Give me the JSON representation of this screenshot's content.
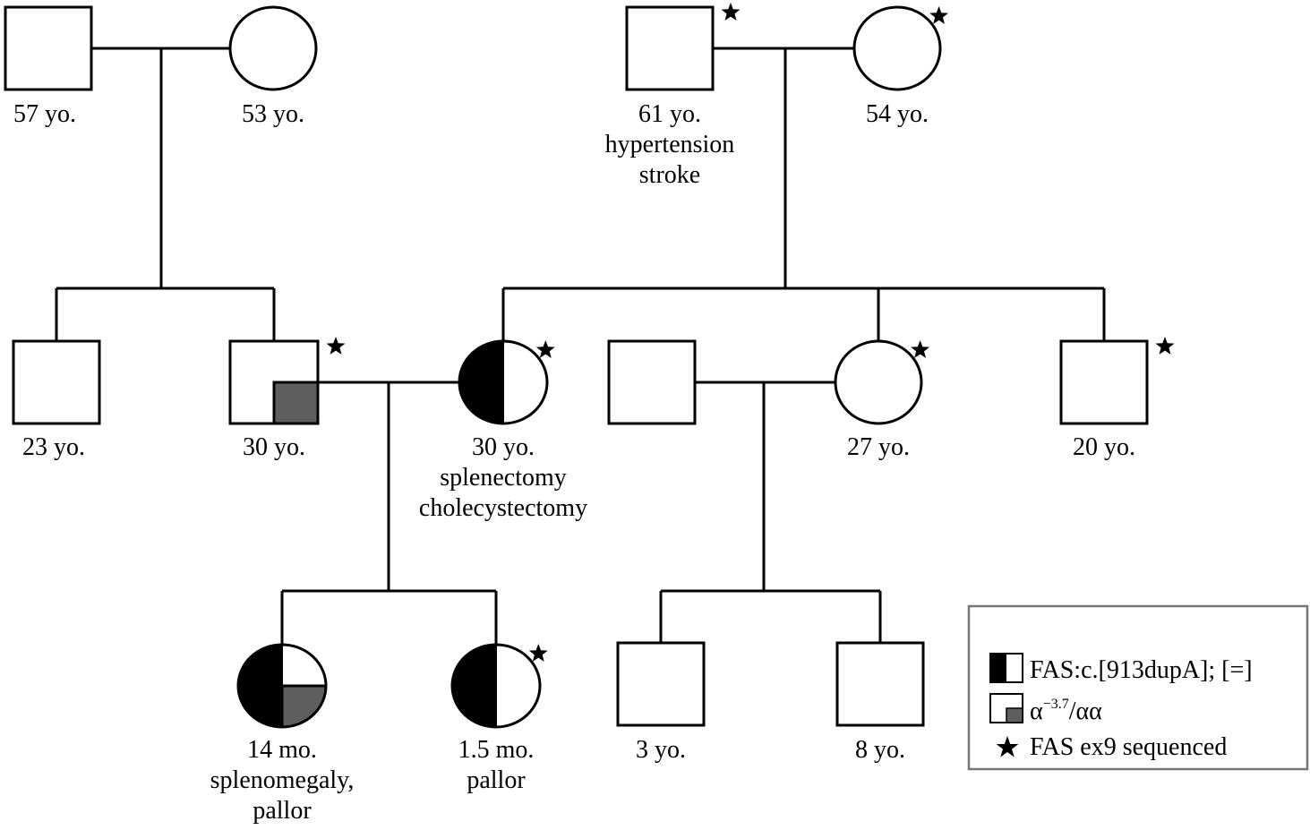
{
  "diagram": {
    "type": "pedigree",
    "colors": {
      "line": "#000000",
      "fas_fill": "#000000",
      "alpha_fill": "#5e5e5e",
      "background": "#ffffff",
      "legend_border": "#777777"
    },
    "individuals": [
      {
        "id": "I1",
        "sex": "male",
        "label": [
          "57 yo."
        ],
        "fas_carrier": false,
        "alpha_carrier": false,
        "sequenced": false
      },
      {
        "id": "I2",
        "sex": "female",
        "label": [
          "53 yo."
        ],
        "fas_carrier": false,
        "alpha_carrier": false,
        "sequenced": false
      },
      {
        "id": "I3",
        "sex": "male",
        "label": [
          "61 yo.",
          "hypertension",
          "stroke"
        ],
        "fas_carrier": false,
        "alpha_carrier": false,
        "sequenced": true
      },
      {
        "id": "I4",
        "sex": "female",
        "label": [
          "54 yo."
        ],
        "fas_carrier": false,
        "alpha_carrier": false,
        "sequenced": true
      },
      {
        "id": "II1",
        "sex": "male",
        "label": [
          "23 yo."
        ],
        "fas_carrier": false,
        "alpha_carrier": false,
        "sequenced": false
      },
      {
        "id": "II2",
        "sex": "male",
        "label": [
          "30 yo."
        ],
        "fas_carrier": false,
        "alpha_carrier": true,
        "sequenced": true
      },
      {
        "id": "II3",
        "sex": "female",
        "label": [
          "30 yo.",
          "splenectomy",
          "cholecystectomy"
        ],
        "fas_carrier": true,
        "alpha_carrier": false,
        "sequenced": true
      },
      {
        "id": "II4",
        "sex": "male",
        "label": [],
        "fas_carrier": false,
        "alpha_carrier": false,
        "sequenced": false
      },
      {
        "id": "II5",
        "sex": "female",
        "label": [
          "27 yo."
        ],
        "fas_carrier": false,
        "alpha_carrier": false,
        "sequenced": true
      },
      {
        "id": "II6",
        "sex": "male",
        "label": [
          "20 yo."
        ],
        "fas_carrier": false,
        "alpha_carrier": false,
        "sequenced": true
      },
      {
        "id": "III1",
        "sex": "female",
        "label": [
          "14 mo.",
          "splenomegaly,",
          "pallor"
        ],
        "fas_carrier": true,
        "alpha_carrier": true,
        "sequenced": false
      },
      {
        "id": "III2",
        "sex": "female",
        "label": [
          "1.5 mo.",
          "pallor"
        ],
        "fas_carrier": true,
        "alpha_carrier": false,
        "sequenced": true
      },
      {
        "id": "III3",
        "sex": "male",
        "label": [
          "3 yo."
        ],
        "fas_carrier": false,
        "alpha_carrier": false,
        "sequenced": false
      },
      {
        "id": "III4",
        "sex": "male",
        "label": [
          "8 yo."
        ],
        "fas_carrier": false,
        "alpha_carrier": false,
        "sequenced": false
      }
    ],
    "couples": [
      {
        "partners": [
          "I1",
          "I2"
        ],
        "children": [
          "II1",
          "II2"
        ]
      },
      {
        "partners": [
          "I3",
          "I4"
        ],
        "children": [
          "II3",
          "II5",
          "II6"
        ]
      },
      {
        "partners": [
          "II2",
          "II3"
        ],
        "children": [
          "III1",
          "III2"
        ]
      },
      {
        "partners": [
          "II4",
          "II5"
        ],
        "children": [
          "III3",
          "III4"
        ]
      }
    ]
  },
  "legend": {
    "items": [
      {
        "symbol": "fas-half-square",
        "text": "FAS:c.[913dupA]; [=]"
      },
      {
        "symbol": "alpha-quarter-square",
        "text_base": "α",
        "text_sup": "−3.7",
        "text_tail": "/αα"
      },
      {
        "symbol": "star",
        "text": "FAS ex9 sequenced"
      }
    ]
  }
}
